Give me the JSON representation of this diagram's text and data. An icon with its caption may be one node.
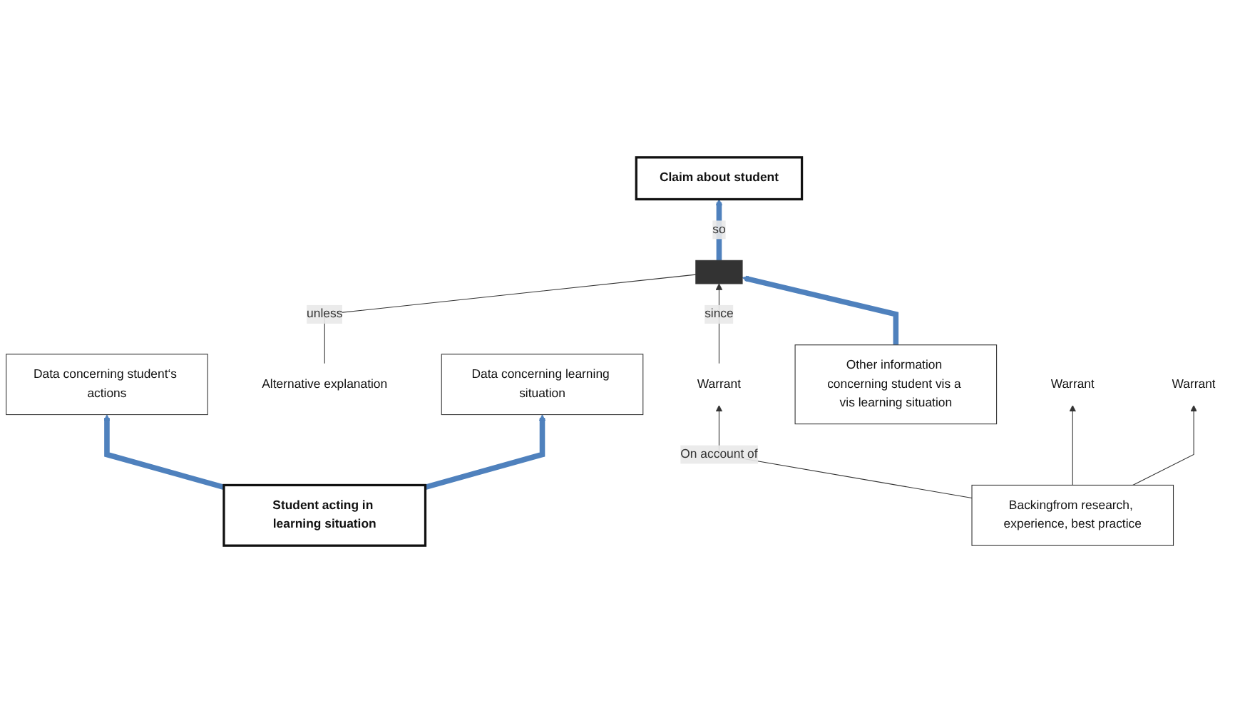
{
  "diagram": {
    "nodes": [
      {
        "text": [
          "Claim about student"
        ]
      },
      {
        "text": [
          "Warrant"
        ]
      },
      {
        "text": [
          "Alternative explanation"
        ]
      },
      {
        "text": [],
        "shape": "bar"
      },
      {
        "text": [
          "Data concerning student‘s actions"
        ]
      },
      {
        "text": [
          "Data concerning learning situation"
        ]
      },
      {
        "text": [
          "Other information concerning student vis a vis learning situation"
        ]
      },
      {
        "text": [
          "Warrant"
        ]
      },
      {
        "text": [
          "Warrant"
        ]
      },
      {
        "text": [
          "Backingfrom research, experience, best practice"
        ]
      },
      {
        "text": [
          "Student acting in learning situation"
        ]
      }
    ],
    "edges": [
      {
        "from": 3,
        "to": 0,
        "arrow": "to",
        "label": "so",
        "style": "thick",
        "color": "#4f81bd"
      },
      {
        "from": 1,
        "to": 3,
        "arrow": "to",
        "label": "since"
      },
      {
        "from": 2,
        "to": 3,
        "arrow": "none",
        "label": "unless"
      },
      {
        "from": 6,
        "to": 3,
        "arrow": "to",
        "style": "thick",
        "color": "#4f81bd"
      },
      {
        "from": 9,
        "to": 1,
        "arrow": "to",
        "label": "On account of"
      },
      {
        "from": 9,
        "to": 7,
        "arrow": "to"
      },
      {
        "from": 9,
        "to": 8,
        "arrow": "to"
      },
      {
        "from": 10,
        "to": 4,
        "arrow": "to",
        "style": "thick",
        "color": "#4f81bd"
      },
      {
        "from": 10,
        "to": 5,
        "arrow": "to",
        "style": "thick",
        "color": "#4f81bd"
      }
    ]
  }
}
